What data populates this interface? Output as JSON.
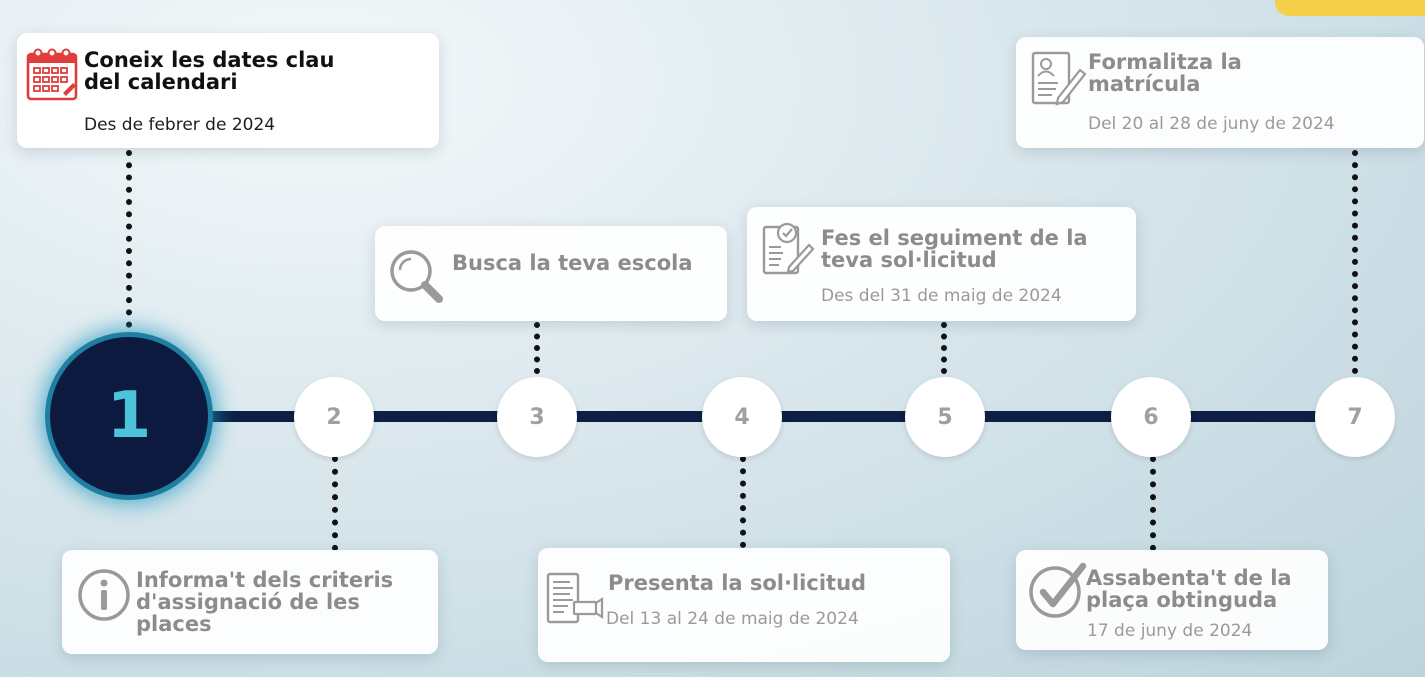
{
  "timeline": {
    "steps": [
      {
        "number": "1"
      },
      {
        "number": "2"
      },
      {
        "number": "3"
      },
      {
        "number": "4"
      },
      {
        "number": "5"
      },
      {
        "number": "6"
      },
      {
        "number": "7"
      }
    ],
    "current_step": 1
  },
  "cards": {
    "calendar": {
      "title": "Coneix les dates clau del calendari",
      "subtitle": "Des de febrer de 2024",
      "icon": "calendar-icon"
    },
    "criteria": {
      "title": "Informa't dels criteris d'assignació de les places",
      "icon": "info-icon"
    },
    "search": {
      "title": "Busca la teva escola",
      "icon": "search-icon"
    },
    "submit": {
      "title": "Presenta la sol·licitud",
      "subtitle": "Del 13 al 24  de maig de 2024",
      "icon": "form-icon"
    },
    "track": {
      "title": "Fes el seguiment de la teva sol·licitud",
      "subtitle": "Des del 31 de maig de 2024",
      "icon": "tracking-icon"
    },
    "result": {
      "title": "Assabenta't de la plaça obtinguda",
      "subtitle": "17 de juny de 2024",
      "icon": "check-icon"
    },
    "enroll": {
      "title": "Formalitza la matrícula",
      "subtitle": "Del 20 al 28 de juny de 2024",
      "icon": "enrollment-icon"
    }
  },
  "colors": {
    "active_circle": "#0b1a3e",
    "active_number": "#4cc3db",
    "line": "#0d1f44",
    "calendar_icon": "#e03c3c",
    "inactive_text": "#8c8c8c",
    "accent_tab": "#f4cf47"
  }
}
